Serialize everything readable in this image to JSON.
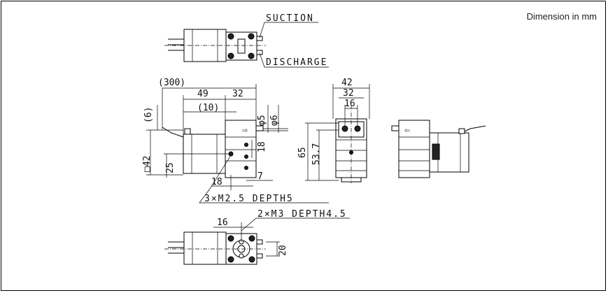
{
  "units_note": "Dimension in mm",
  "labels": {
    "suction": "SUCTION",
    "discharge": "DISCHARGE",
    "tap1": "3×M2.5 DEPTH5",
    "tap2": "2×M3 DEPTH4.5"
  },
  "dims": {
    "d300": "(300)",
    "d49": "49",
    "d32a": "32",
    "d10": "(10)",
    "d6p": "(6)",
    "phi5": "φ5",
    "phi6": "φ6",
    "sq42": "□42",
    "d25": "25",
    "d18a": "18",
    "d18b": "18",
    "d7": "7",
    "d42": "42",
    "d32b": "32",
    "d16a": "16",
    "d65": "65",
    "d537": "53.7",
    "d16b": "16",
    "d20": "20"
  }
}
